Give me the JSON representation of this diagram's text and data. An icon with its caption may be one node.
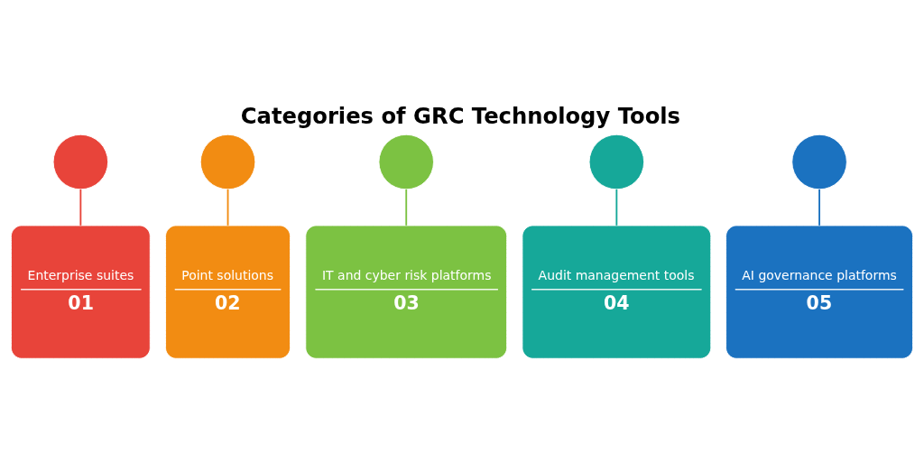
{
  "diagram": {
    "title": "Categories of GRC Technology Tools",
    "nodes": [
      {
        "text": [],
        "shape": "circle"
      },
      {
        "text": [],
        "shape": "circle"
      },
      {
        "text": [],
        "shape": "circle"
      },
      {
        "text": [],
        "shape": "circle"
      },
      {
        "text": [],
        "shape": "circle"
      },
      {
        "text": [
          "Enterprise suites",
          "01"
        ]
      },
      {
        "text": [
          "Point solutions",
          "02"
        ]
      },
      {
        "text": [
          "IT and cyber risk platforms",
          "03"
        ]
      },
      {
        "text": [
          "Audit management tools",
          "04"
        ]
      },
      {
        "text": [
          "AI governance platforms",
          "05"
        ]
      }
    ],
    "edges": [
      {
        "from": 0,
        "to": 5,
        "arrow": "none",
        "color": "#e8443a"
      },
      {
        "from": 1,
        "to": 6,
        "arrow": "none",
        "color": "#f28c12"
      },
      {
        "from": 2,
        "to": 7,
        "arrow": "none",
        "color": "#7cc242"
      },
      {
        "from": 3,
        "to": 8,
        "arrow": "none",
        "color": "#16a899"
      },
      {
        "from": 4,
        "to": 9,
        "arrow": "none",
        "color": "#1b72c0"
      }
    ]
  }
}
